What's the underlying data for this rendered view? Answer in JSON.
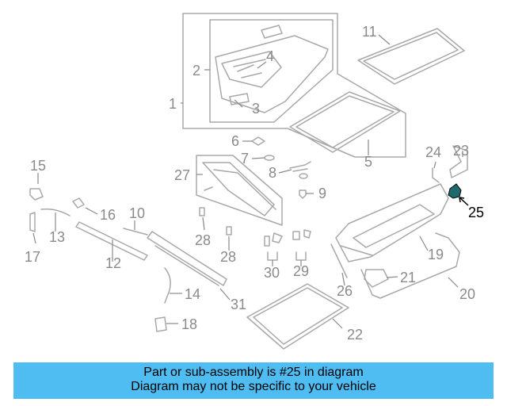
{
  "diagram": {
    "line_color": "#a8a8a8",
    "label_color": "#8a8a8a",
    "highlight_color": "#000000",
    "highlight_fill": "#1f6b6b",
    "highlighted_part": "25",
    "callouts": [
      "1",
      "2",
      "3",
      "4",
      "5",
      "6",
      "7",
      "8",
      "9",
      "10",
      "11",
      "12",
      "13",
      "14",
      "15",
      "16",
      "17",
      "18",
      "19",
      "20",
      "21",
      "22",
      "23",
      "24",
      "25",
      "26",
      "27",
      "28",
      "28",
      "29",
      "30",
      "31"
    ]
  },
  "banner": {
    "background": "#4fbcf2",
    "line1": "Part or sub-assembly is #25 in diagram",
    "line2": "Diagram may not be specific to your vehicle"
  }
}
